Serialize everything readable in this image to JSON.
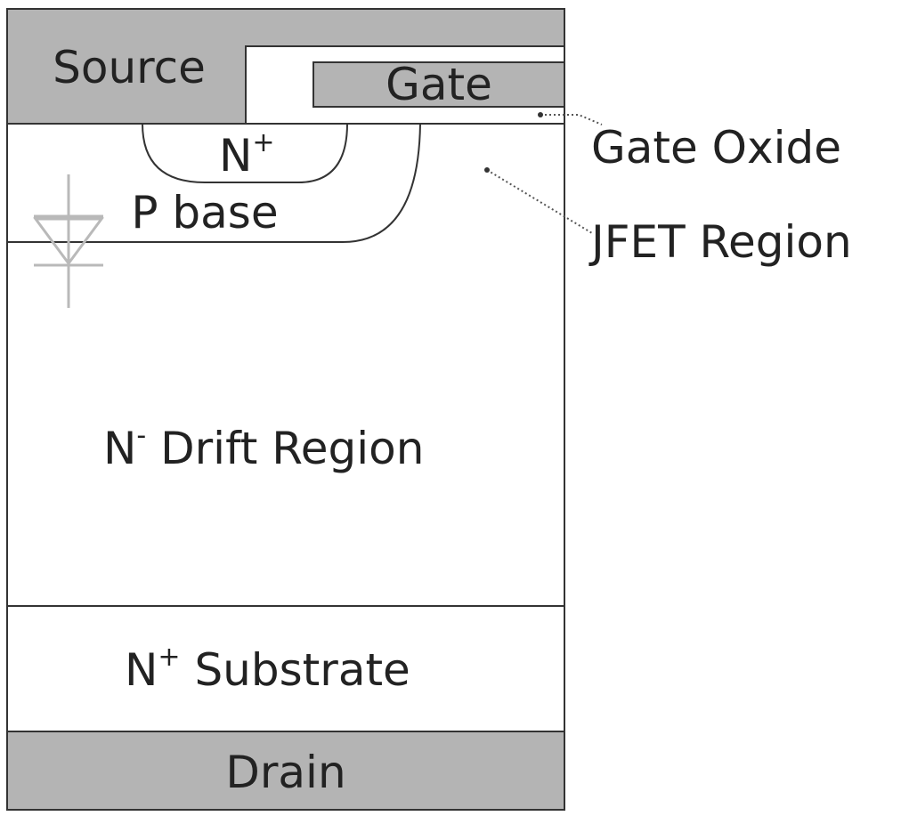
{
  "labels": {
    "source": "Source",
    "gate": "Gate",
    "n_plus": "N",
    "n_plus_sup": "+",
    "p_base": "P base",
    "drift_n": "N",
    "drift_sup": "-",
    "drift_rest": " Drift Region",
    "substrate_n": "N",
    "substrate_sup": "+",
    "substrate_rest": " Substrate",
    "drain": "Drain",
    "gate_oxide": "Gate Oxide",
    "jfet_region": "JFET Region"
  },
  "colors": {
    "metal": "#b4b4b4",
    "outline": "#333333",
    "diode": "#b9b9b9",
    "leader": "#555555"
  }
}
